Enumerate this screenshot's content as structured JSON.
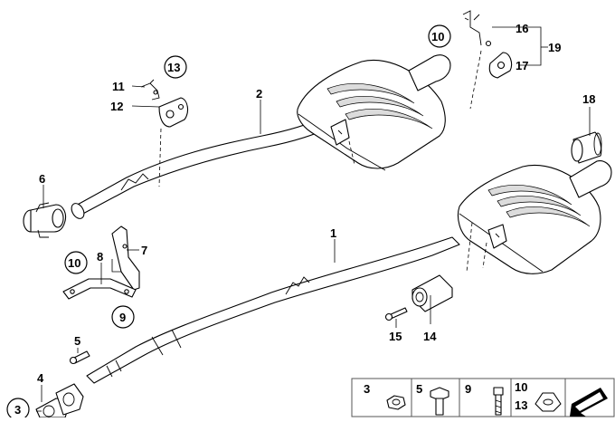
{
  "diagram": {
    "callouts": [
      {
        "id": "c1",
        "text": "1"
      },
      {
        "id": "c2",
        "text": "2"
      },
      {
        "id": "c3",
        "text": "3",
        "circled": true
      },
      {
        "id": "c4",
        "text": "4"
      },
      {
        "id": "c5",
        "text": "5"
      },
      {
        "id": "c6",
        "text": "6"
      },
      {
        "id": "c7",
        "text": "7"
      },
      {
        "id": "c8",
        "text": "8"
      },
      {
        "id": "c9",
        "text": "9",
        "circled": true
      },
      {
        "id": "c10a",
        "text": "10",
        "circled": true
      },
      {
        "id": "c10b",
        "text": "10",
        "circled": true
      },
      {
        "id": "c11",
        "text": "11"
      },
      {
        "id": "c12",
        "text": "12"
      },
      {
        "id": "c13",
        "text": "13",
        "circled": true
      },
      {
        "id": "c14",
        "text": "14"
      },
      {
        "id": "c15",
        "text": "15"
      },
      {
        "id": "c16",
        "text": "16"
      },
      {
        "id": "c17",
        "text": "17"
      },
      {
        "id": "c18",
        "text": "18"
      },
      {
        "id": "c19",
        "text": "19"
      }
    ],
    "legend": {
      "items": [
        {
          "text": "3"
        },
        {
          "text": "5"
        },
        {
          "text": "9"
        },
        {
          "text": "10"
        },
        {
          "text": "13"
        }
      ]
    }
  }
}
